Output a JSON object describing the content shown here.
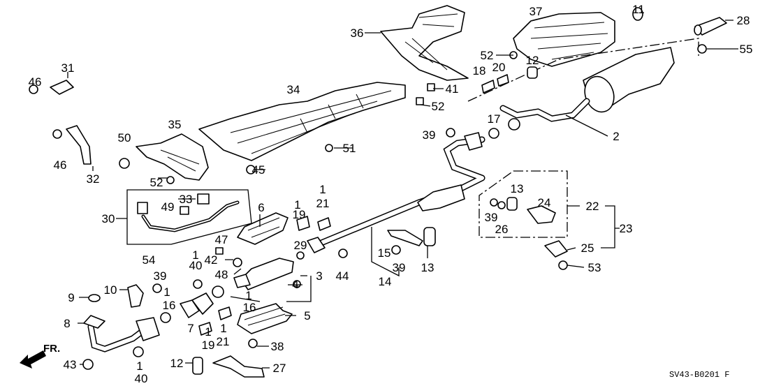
{
  "diagram": {
    "code": "SV43-B0201 F",
    "direction_label": "FR.",
    "callouts": [
      "36",
      "37",
      "11",
      "28",
      "55",
      "52",
      "12",
      "20",
      "18",
      "41",
      "52",
      "17",
      "2",
      "39",
      "31",
      "46",
      "34",
      "35",
      "50",
      "51",
      "46",
      "32",
      "45",
      "52",
      "33",
      "49",
      "30",
      "6",
      "1",
      "19",
      "1",
      "21",
      "47",
      "29",
      "42",
      "48",
      "1",
      "40",
      "54",
      "39",
      "10",
      "9",
      "1",
      "16",
      "3",
      "4",
      "1",
      "16",
      "44",
      "15",
      "39",
      "14",
      "13",
      "13",
      "39",
      "26",
      "24",
      "22",
      "23",
      "25",
      "53",
      "5",
      "8",
      "7",
      "1",
      "19",
      "1",
      "21",
      "38",
      "43",
      "1",
      "40",
      "12",
      "27"
    ]
  }
}
